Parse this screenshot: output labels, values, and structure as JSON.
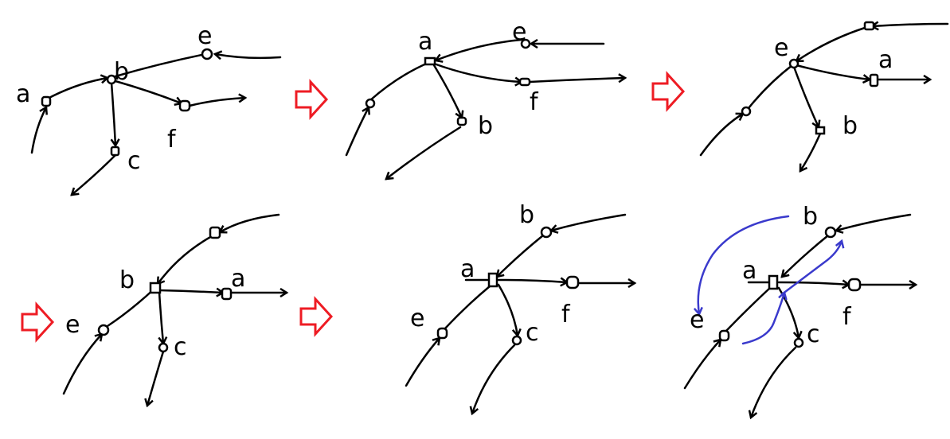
{
  "colors": {
    "ink": "#000000",
    "transition_arrow": "#ee1c24",
    "highlight": "#3a3acc"
  },
  "panels": [
    {
      "labels": {
        "a": "a",
        "b": "b",
        "c": "c",
        "e": "e",
        "f": "f"
      }
    },
    {
      "labels": {
        "a": "a",
        "b": "b",
        "e": "e",
        "f": "f"
      }
    },
    {
      "labels": {
        "e": "e",
        "a": "a",
        "b": "b"
      }
    },
    {
      "labels": {
        "b": "b",
        "a": "a",
        "e": "e",
        "c": "c"
      }
    },
    {
      "labels": {
        "b": "b",
        "a": "a",
        "e": "e",
        "f": "f",
        "c": "c"
      }
    },
    {
      "labels": {
        "b": "b",
        "a": "a",
        "e": "e",
        "f": "f",
        "c": "c"
      }
    }
  ]
}
